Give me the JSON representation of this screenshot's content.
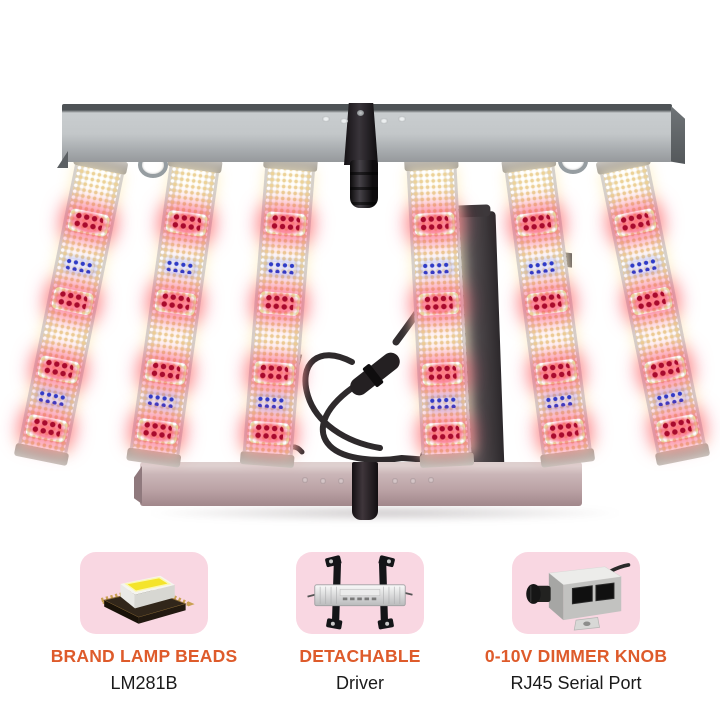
{
  "product": {
    "type": "foldable LED grow light fixture",
    "bar_count": 6,
    "features": [
      {
        "title": "BRAND LAMP BEADS",
        "subtitle": "LM281B",
        "icon": "led-chip-icon"
      },
      {
        "title": "DETACHABLE",
        "subtitle": "Driver",
        "icon": "driver-icon"
      },
      {
        "title": "0-10V DIMMER KNOB",
        "subtitle": "RJ45 Serial Port",
        "icon": "dimmer-knob-icon"
      }
    ],
    "colors": {
      "accent": "#de5b2b",
      "card_bg": "#f9d7e2",
      "text": "#1a1a1a",
      "red_led": "#e8234d",
      "blue_led": "#3542d8",
      "warm_led": "#ecd298",
      "rail_gray": "#b7bbbd",
      "bottom_rail_pink": "#c3a9ac"
    }
  }
}
